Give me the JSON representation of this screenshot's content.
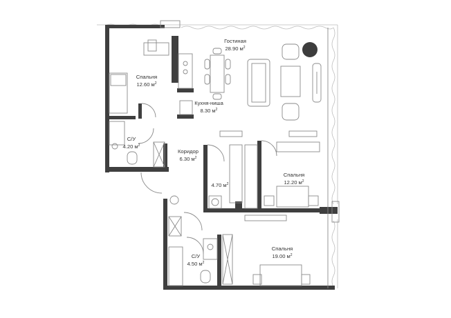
{
  "colors": {
    "wall": "#3f3f3f",
    "line": "#8a8a8a",
    "fixture": "#a9a9a9",
    "glass": "#bcbcbc",
    "accent": "#3d3d3d"
  },
  "unit_sup": "2",
  "rooms": [
    {
      "id": "living",
      "name": "Гостиная",
      "area": "28.90 м"
    },
    {
      "id": "bedroom-1",
      "name": "Спальня",
      "area": "12.60 м"
    },
    {
      "id": "kitchen",
      "name": "Кухня-ниша",
      "area": "8.30 м"
    },
    {
      "id": "bath-1",
      "name": "С/У",
      "area": "4.20 м"
    },
    {
      "id": "corridor",
      "name": "Коридор",
      "area": "6.30 м"
    },
    {
      "id": "storage",
      "name": "",
      "area": "4.70 м"
    },
    {
      "id": "bedroom-2",
      "name": "Спальня",
      "area": "12.20 м"
    },
    {
      "id": "bath-2",
      "name": "С/У",
      "area": "4.50 м"
    },
    {
      "id": "bedroom-3",
      "name": "Спальня",
      "area": "19.00 м"
    }
  ]
}
